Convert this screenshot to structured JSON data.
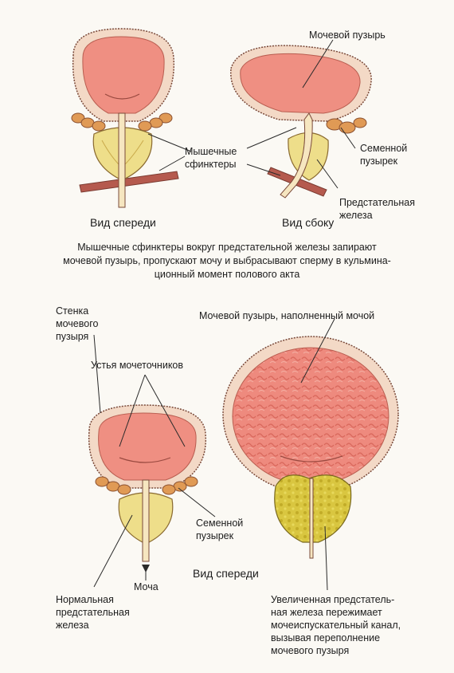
{
  "labels": {
    "bladder_top": "Мочевой пузырь",
    "sphincters": "Мышечные\nсфинктеры",
    "seminal_vesicle_top": "Семенной\nпузырек",
    "prostate_top": "Предстательная\nжелеза",
    "bladder_wall": "Стенка\nмочевого\nпузыря",
    "ureter_orifices": "Устья мочеточников",
    "full_bladder": "Мочевой пузырь, наполненный мочой",
    "seminal_vesicle_bottom": "Семенной\nпузырек",
    "urine": "Моча",
    "normal_prostate": "Нормальная\nпредстательная\nжелеза",
    "enlarged_prostate": "Увеличенная предстатель-\nная железа пережимает\nмочеиспускательный канал,\nвызывая переполнение\nмочевого пузыря"
  },
  "captions": {
    "front_view_top": "Вид спереди",
    "side_view": "Вид сбоку",
    "front_view_bottom": "Вид спереди"
  },
  "description": "Мышечные сфинктеры вокруг предстательной железы запирают\nмочевой пузырь, пропускают мочу и выбрасывают сперму в кульмина-\nционный момент полового акта",
  "colors": {
    "bladder_fill": "#ef8f82",
    "bladder_wall": "#f3d9c6",
    "prostate_fill": "#eede8a",
    "enlarged_prostate": "#d8c53a",
    "vesicle": "#e09a55",
    "outline": "#7a4a3a"
  }
}
